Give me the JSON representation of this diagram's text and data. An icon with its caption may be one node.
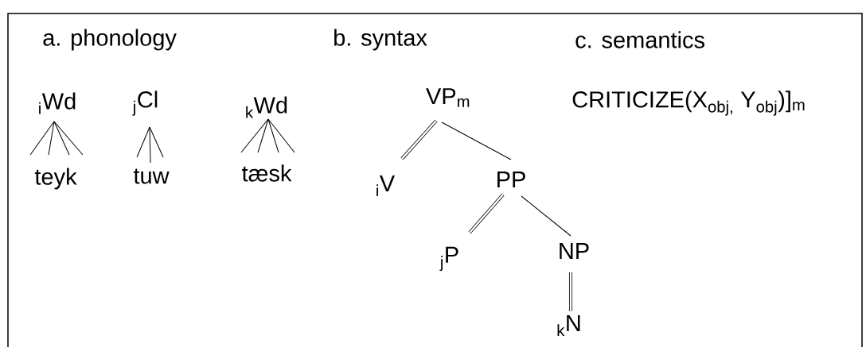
{
  "diagram": {
    "nodes": [
      {
        "text": [
          "$_{i}$Wd"
        ]
      },
      {
        "text": [
          "teyk"
        ]
      },
      {
        "text": [
          "$_{j}$Cl"
        ]
      },
      {
        "text": [
          "tuw"
        ]
      },
      {
        "text": [
          "$_{k}$Wd"
        ]
      },
      {
        "text": [
          "tæsk"
        ]
      },
      {
        "text": [
          "VP$_{m}$"
        ]
      },
      {
        "text": [
          "$_{i}$V"
        ]
      },
      {
        "text": [
          "PP"
        ]
      },
      {
        "text": [
          "$_{j}$P"
        ]
      },
      {
        "text": [
          "NP"
        ]
      },
      {
        "text": [
          "$_{k}$N"
        ]
      }
    ],
    "edges": [
      {
        "from": 0,
        "to": 1,
        "arrow": "none"
      },
      {
        "from": 0,
        "to": 1,
        "arrow": "none"
      },
      {
        "from": 0,
        "to": 1,
        "arrow": "none"
      },
      {
        "from": 0,
        "to": 1,
        "arrow": "none"
      },
      {
        "from": 2,
        "to": 3,
        "arrow": "none"
      },
      {
        "from": 2,
        "to": 3,
        "arrow": "none"
      },
      {
        "from": 2,
        "to": 3,
        "arrow": "none"
      },
      {
        "from": 4,
        "to": 5,
        "arrow": "none"
      },
      {
        "from": 4,
        "to": 5,
        "arrow": "none"
      },
      {
        "from": 4,
        "to": 5,
        "arrow": "none"
      },
      {
        "from": 4,
        "to": 5,
        "arrow": "none"
      },
      {
        "from": 6,
        "to": 7,
        "arrow": "none",
        "style": "thick"
      },
      {
        "from": 6,
        "to": 8,
        "arrow": "none"
      },
      {
        "from": 8,
        "to": 9,
        "arrow": "none",
        "style": "thick"
      },
      {
        "from": 8,
        "to": 10,
        "arrow": "none"
      },
      {
        "from": 10,
        "to": 11,
        "arrow": "none",
        "style": "thick"
      }
    ],
    "labels": [
      "a. phonology",
      "b. syntax",
      "c. semantics",
      "CRITICIZE(X$_{obj,}$ Y$_{obj}$)]$_{m}$"
    ]
  }
}
